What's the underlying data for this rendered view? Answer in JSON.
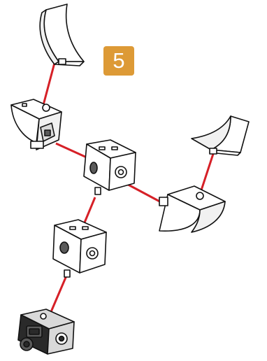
{
  "step": {
    "number": "5",
    "badge_color": "#dd9a36"
  },
  "connector_color": "#d62027",
  "parts": [
    "wedge-piece",
    "corner-cube",
    "cube-with-holes",
    "cube-with-holes",
    "corner-cube",
    "wedge-piece",
    "dark-motor-cube"
  ]
}
